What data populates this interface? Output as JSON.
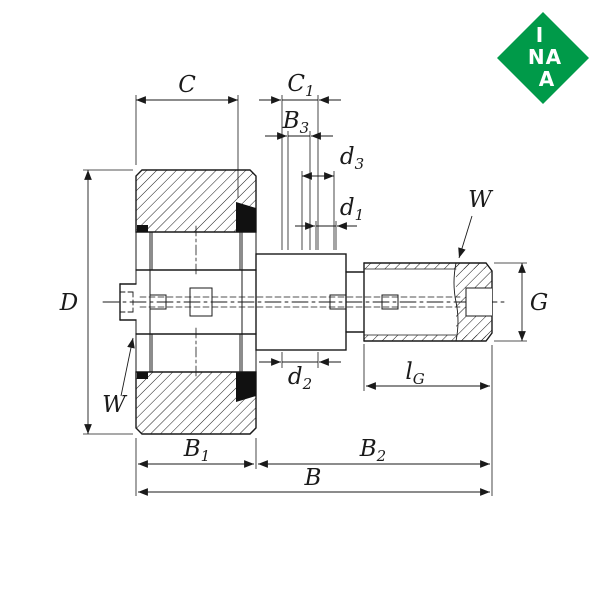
{
  "page": {
    "bg_color": "#ffffff"
  },
  "logo": {
    "lines": [
      "I",
      "NA",
      "A"
    ],
    "bg_color": "#009a49",
    "text_color": "#ffffff"
  },
  "drawing": {
    "line_color": "#1a1a1a",
    "description": "Cross-section technical drawing of a stud-type cam follower bearing"
  },
  "labels": {
    "C": {
      "main": "C",
      "sub": ""
    },
    "C1": {
      "main": "C",
      "sub": "1"
    },
    "B3": {
      "main": "B",
      "sub": "3"
    },
    "d3": {
      "main": "d",
      "sub": "3"
    },
    "d1": {
      "main": "d",
      "sub": "1"
    },
    "W_top": {
      "main": "W",
      "sub": ""
    },
    "D": {
      "main": "D",
      "sub": ""
    },
    "G": {
      "main": "G",
      "sub": ""
    },
    "d2": {
      "main": "d",
      "sub": "2"
    },
    "lG": {
      "main": "l",
      "sub": "G"
    },
    "W_bottom": {
      "main": "W",
      "sub": ""
    },
    "B1": {
      "main": "B",
      "sub": "1"
    },
    "B2": {
      "main": "B",
      "sub": "2"
    },
    "B": {
      "main": "B",
      "sub": ""
    }
  }
}
